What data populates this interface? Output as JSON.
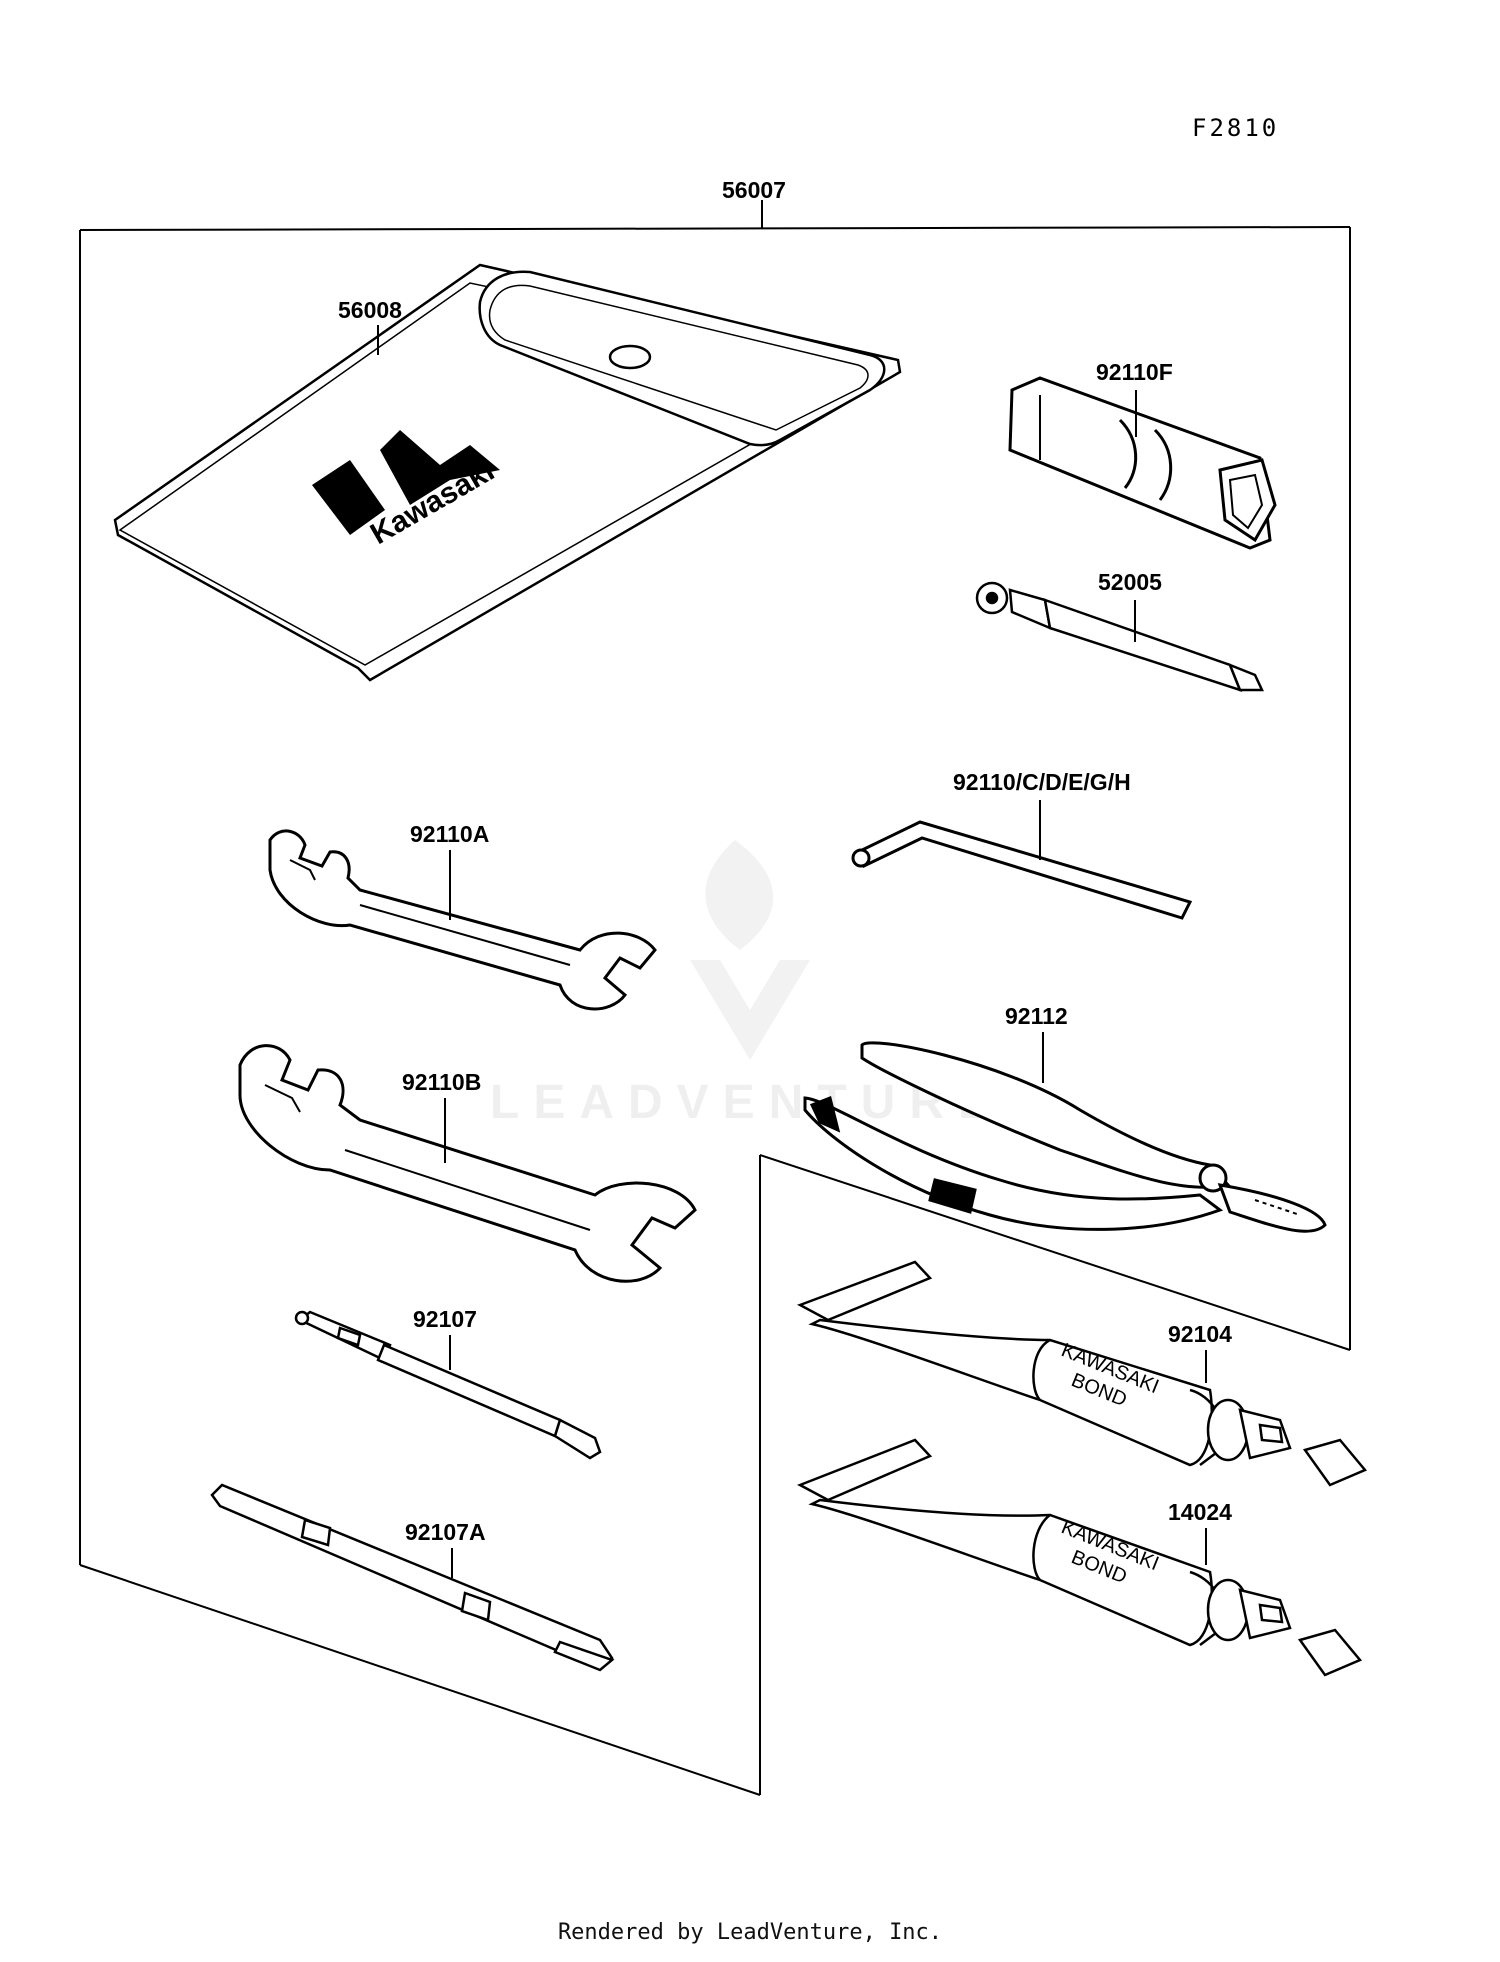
{
  "figure_code": "F2810",
  "watermark": "LEADVENTURE",
  "footer": "Rendered by LeadVenture, Inc.",
  "tube_print": [
    "KAWASAKI",
    "BOND"
  ],
  "pouch_logo": "Kawasaki",
  "parts": {
    "tool_kit": "56007",
    "pouch": "56008",
    "plug_wrench": "92110F",
    "handle": "52005",
    "hex_wrench": "92110/C/D/E/G/H",
    "wrench_a": "92110A",
    "wrench_b": "92110B",
    "pliers": "92112",
    "screwdriver": "92107",
    "screwdriver_a": "92107A",
    "bond_1": "92104",
    "bond_2": "14024"
  }
}
